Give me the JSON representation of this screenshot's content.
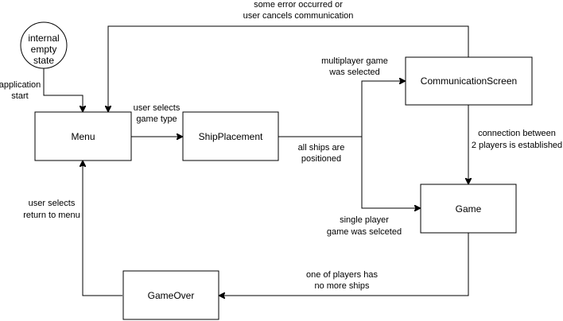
{
  "nodes": {
    "initial_state": [
      "internal",
      "empty",
      "state"
    ],
    "menu": "Menu",
    "ship_placement": "ShipPlacement",
    "communication_screen": "CommunicationScreen",
    "game": "Game",
    "game_over": "GameOver"
  },
  "edges": {
    "error_or_cancel": [
      "some error occurred or",
      "user cancels communication"
    ],
    "application_start": [
      "application",
      "start"
    ],
    "select_game_type": [
      "user selects",
      "game type"
    ],
    "multiplayer_selected": [
      "multiplayer game",
      "was selected"
    ],
    "connection_established": [
      "connection between",
      "2 players is established"
    ],
    "ships_positioned": [
      "all ships are",
      "positioned"
    ],
    "single_player_selected": [
      "single player",
      "game was selceted"
    ],
    "return_to_menu": [
      "user selects",
      "return to menu"
    ],
    "no_more_ships": [
      "one of players has",
      "no more ships"
    ]
  }
}
